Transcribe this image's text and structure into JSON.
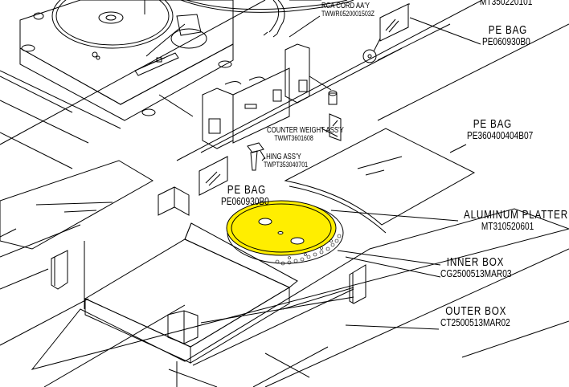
{
  "diagram": {
    "title": "Turntable packaging exploded view",
    "highlight_color": "#ffee00",
    "line_color": "#000000",
    "background": "#ffffff",
    "callouts": [
      {
        "id": "top-partial",
        "name": "",
        "code": "MT350220101"
      },
      {
        "id": "rca-cord",
        "name": "RCA CORD AA'Y",
        "code": "TWWR0520001503Z"
      },
      {
        "id": "pe-bag-1",
        "name": "PE  BAG",
        "code": "PE060930B0"
      },
      {
        "id": "pe-bag-2",
        "name": "PE  BAG",
        "code": "PE360400404B07"
      },
      {
        "id": "counter-weight",
        "name": "COUNTER WEIGHT ASS'Y",
        "code": "TWMT3601608"
      },
      {
        "id": "hing-assy",
        "name": "HING ASS'Y",
        "code": "TWPT353040701"
      },
      {
        "id": "pe-bag-3",
        "name": "PE  BAG",
        "code": "PE060930B0"
      },
      {
        "id": "aluminum-platter",
        "name": "ALUMINUM  PLATTER",
        "code": "MT310520601"
      },
      {
        "id": "inner-box",
        "name": "INNER  BOX",
        "code": "CG2500513MAR03"
      },
      {
        "id": "outer-box",
        "name": "OUTER  BOX",
        "code": "CT2500513MAR02"
      }
    ]
  }
}
